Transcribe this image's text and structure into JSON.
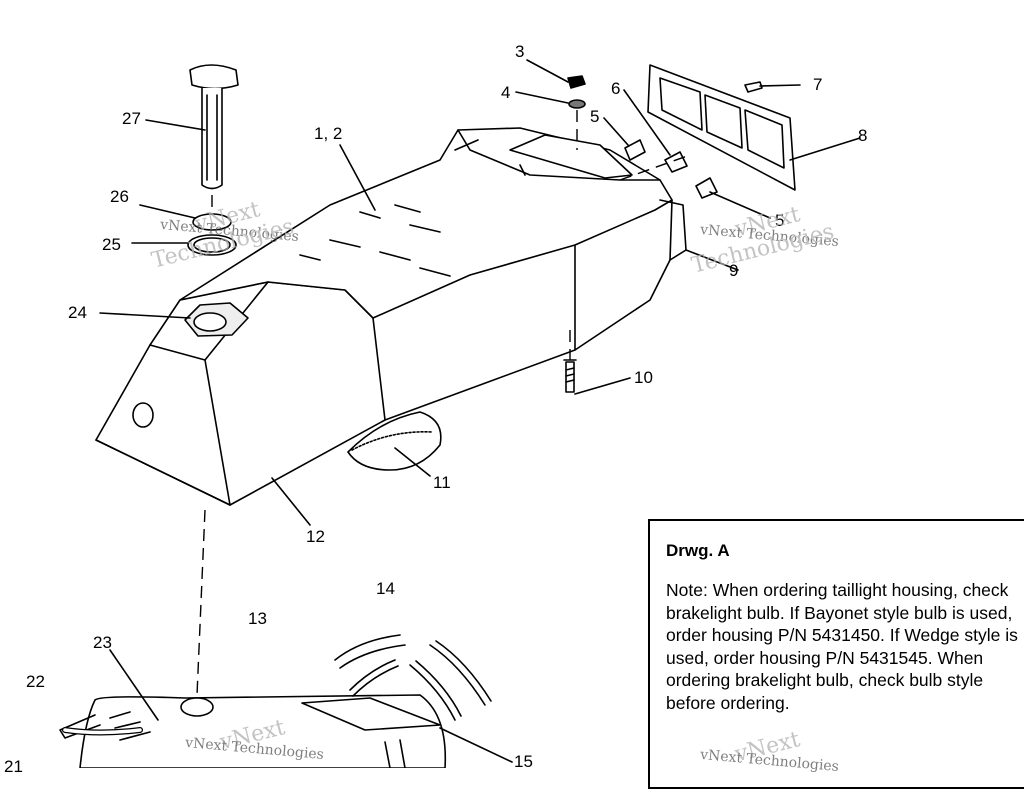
{
  "callouts": {
    "c1_2": "1, 2",
    "c3": "3",
    "c4": "4",
    "c5a": "5",
    "c5b": "5",
    "c6": "6",
    "c7": "7",
    "c8": "8",
    "c9": "9",
    "c10": "10",
    "c11": "11",
    "c12": "12",
    "c13": "13",
    "c14": "14",
    "c15": "15",
    "c21": "21",
    "c22": "22",
    "c23": "23",
    "c24": "24",
    "c25": "25",
    "c26": "26",
    "c27": "27"
  },
  "watermark": {
    "line1": "vNext",
    "line2": "vNext Technologies",
    "line3": "Technologies"
  },
  "note": {
    "title": "Drwg. A",
    "text": "Note: When ordering taillight housing, check brakelight bulb.  If Bayonet style bulb is  used, order housing P/N 5431450.  If Wedge style is used, order housing P/N 5431545.  When ordering brakelight bulb, check bulb style before ordering."
  }
}
